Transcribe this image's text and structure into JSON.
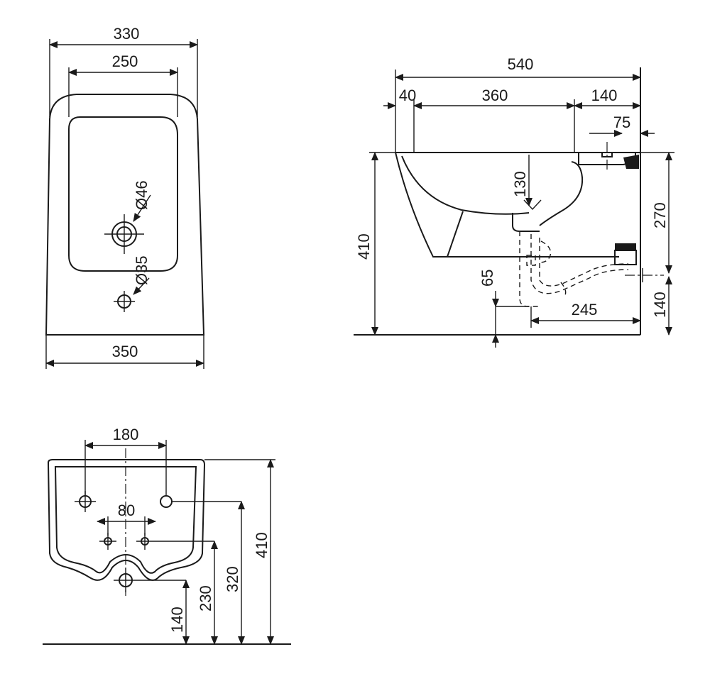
{
  "labels": {
    "top_overall_width": "330",
    "top_inner_width": "250",
    "top_tap_diameter": "Ø46",
    "top_drain_diameter": "Ø35",
    "top_base_width": "350",
    "side_total_depth": "540",
    "side_front_offset": "40",
    "side_bowl_length": "360",
    "side_wall_offset": "140",
    "side_tap_offset": "75",
    "side_total_height": "410",
    "side_drain_drop": "130",
    "side_upper_height": "270",
    "side_outlet_height": "140",
    "side_trap_drop": "65",
    "side_trap_distance": "245",
    "back_bolt_spacing": "180",
    "back_inlet_spacing": "80",
    "back_total_height": "410",
    "back_bolt_height": "320",
    "back_inlet_height": "230",
    "back_outlet_height": "140"
  }
}
